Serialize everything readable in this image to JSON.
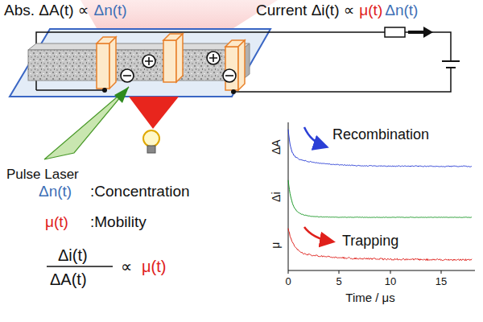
{
  "diagram": {
    "labels": [
      "Abs. ΔA(t) ∝",
      "Δn(t)",
      "Current Δi(t) ∝",
      "μ(t)",
      "Δn(t)",
      "Pulse Laser",
      "Δn(t)",
      ":Concentration",
      "μ(t)",
      ":Mobility",
      "Δi(t)",
      "ΔA(t)",
      "∝",
      "μ(t)",
      "Recombination",
      "Trapping",
      "ΔA",
      "Δi",
      "μ",
      "0",
      "5",
      "10",
      "15",
      "Time / μs"
    ]
  }
}
